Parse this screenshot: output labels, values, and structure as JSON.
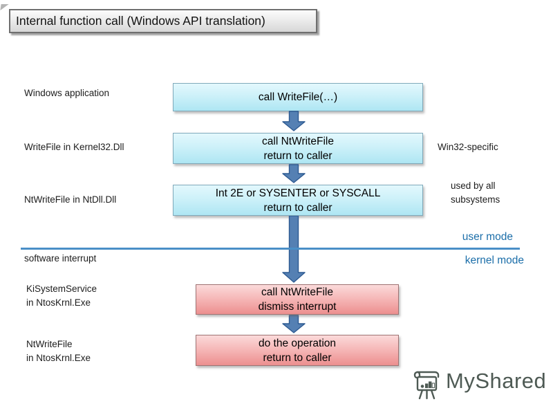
{
  "slide": {
    "title": "Internal function call (Windows API translation)"
  },
  "flow": {
    "box1": {
      "line1": "call WriteFile(…)"
    },
    "box2": {
      "line1": "call NtWriteFile",
      "line2": "return to caller"
    },
    "box3": {
      "line1": "Int 2E or SYSENTER or SYSCALL",
      "line2": "return to caller"
    },
    "box4": {
      "line1": "call NtWriteFile",
      "line2": "dismiss interrupt"
    },
    "box5": {
      "line1": "do the operation",
      "line2": "return to caller"
    }
  },
  "labels": {
    "windows_application": "Windows application",
    "writefile_kernel32": "WriteFile in Kernel32.Dll",
    "ntwritefile_ntdll": "NtWriteFile in NtDll.Dll",
    "win32_specific": "Win32-specific",
    "used_by_all_1": "used by all",
    "used_by_all_2": "subsystems",
    "user_mode": "user mode",
    "kernel_mode": "kernel mode",
    "software_interrupt": "software interrupt",
    "kisystemservice_1": "KiSystemService",
    "kisystemservice_2": "in NtosKrnl.Exe",
    "ntwritefile_kernel_1": "NtWriteFile",
    "ntwritefile_kernel_2": "in NtosKrnl.Exe"
  },
  "watermark": {
    "brand": "MyShared",
    "icon": "easel-chart-icon"
  },
  "colors": {
    "mode_text": "#1b6ea9",
    "divider_line": "#4a8fc7",
    "arrow": "#5580b3",
    "cyan_box_top": "#e3f8fd",
    "cyan_box_bottom": "#aee6f3",
    "red_box_top": "#fbdada",
    "red_box_bottom": "#ec8f8f",
    "watermark": "#4e5a54"
  }
}
